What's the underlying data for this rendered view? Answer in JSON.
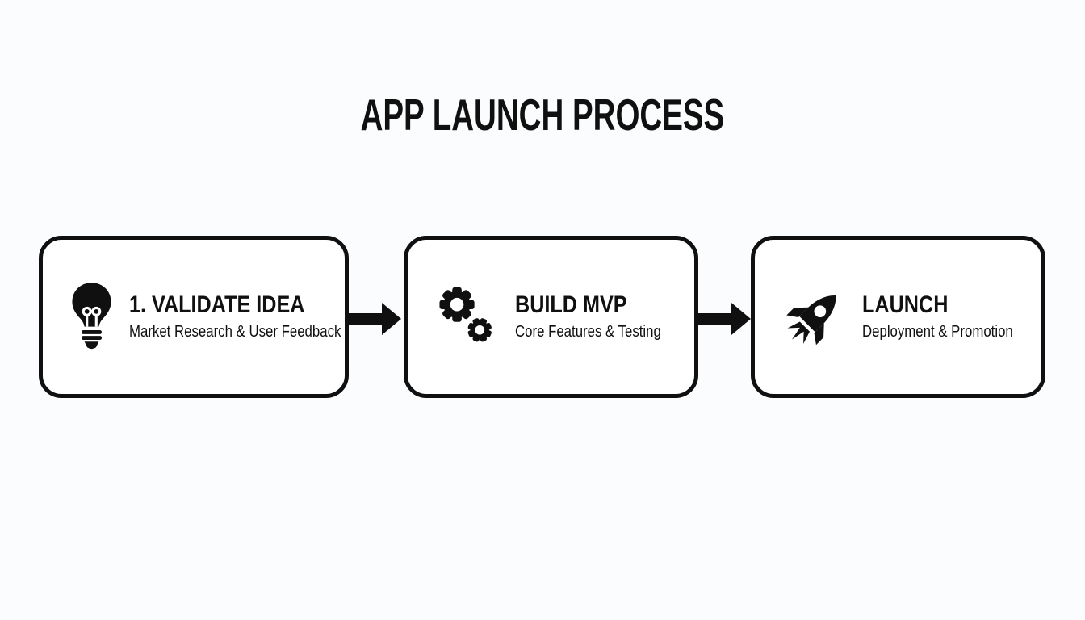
{
  "title": "APP LAUNCH PROCESS",
  "steps": [
    {
      "icon": "lightbulb-icon",
      "title": "1. VALIDATE IDEA",
      "subtitle": "Market Research & User Feedback"
    },
    {
      "icon": "gears-icon",
      "title": "BUILD MVP",
      "subtitle": "Core Features & Testing"
    },
    {
      "icon": "rocket-icon",
      "title": "LAUNCH",
      "subtitle": "Deployment & Promotion"
    }
  ],
  "colors": {
    "background": "#fbfcfd",
    "box_fill": "#ffffff",
    "ink": "#101010"
  }
}
